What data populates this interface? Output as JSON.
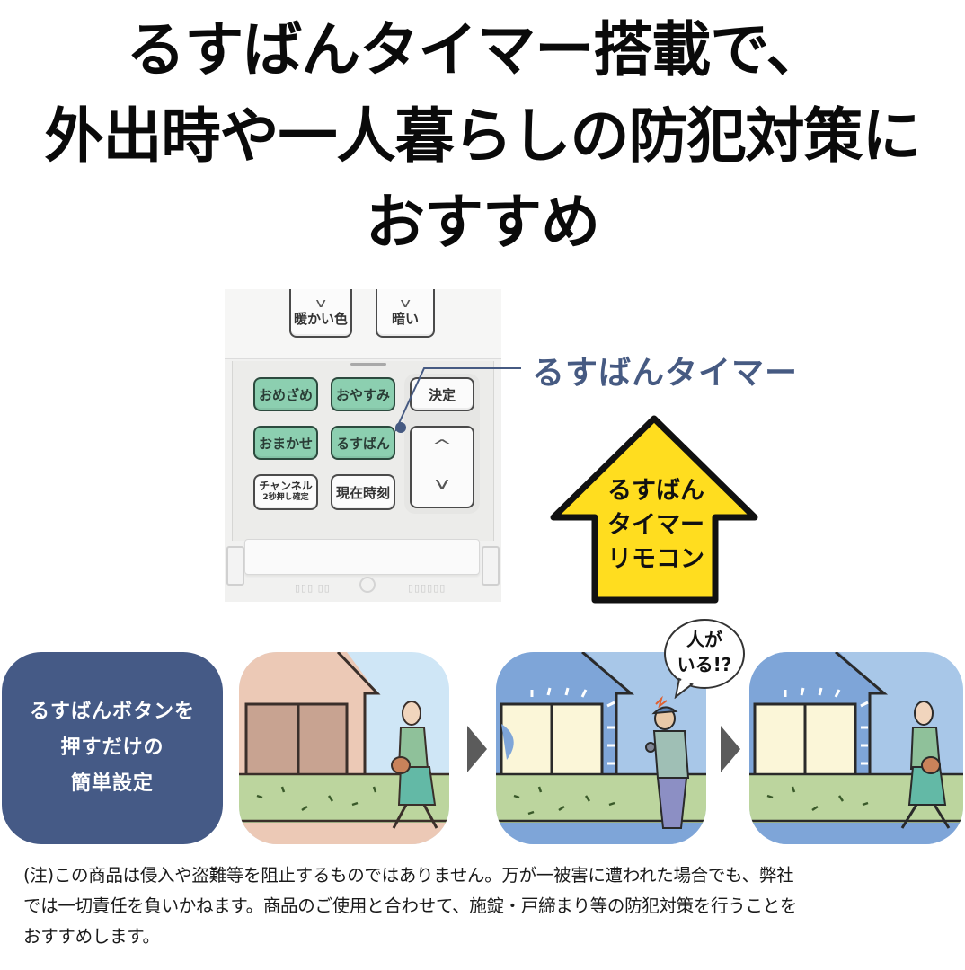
{
  "headline": {
    "lines": [
      "るすばんタイマー搭載で、",
      "外出時や一人暮らしの防犯対策に",
      "おすすめ"
    ]
  },
  "remote": {
    "top_buttons": [
      {
        "label": "暖かい色",
        "icon": "chevron-down-icon"
      },
      {
        "label": "暗い",
        "icon": "chevron-down-icon"
      }
    ],
    "buttons": [
      {
        "label": "おめざめ",
        "style": "green"
      },
      {
        "label": "おやすみ",
        "style": "green"
      },
      {
        "label": "決定",
        "style": "white"
      },
      {
        "label": "おまかせ",
        "style": "green"
      },
      {
        "label": "るすばん",
        "style": "green"
      },
      {
        "label": "チャンネル",
        "sublabel": "2秒押し確定",
        "style": "white"
      },
      {
        "label": "現在時刻",
        "style": "white"
      }
    ],
    "updown": {
      "up": "^",
      "down": "v"
    },
    "colors": {
      "green_button": "#8ccfb0",
      "body": "#f1f1f0"
    }
  },
  "callout": {
    "label": "るすばんタイマー",
    "color": "#465a82"
  },
  "sign": {
    "lines": [
      "るすばん",
      "タイマー",
      "リモコン"
    ],
    "color": "#ffdd1f"
  },
  "steps": {
    "label_lines": [
      "るすばんボタンを",
      "押すだけの",
      "簡単設定"
    ],
    "label_bg": "#455a86",
    "panels": [
      {
        "scene": "woman-leaving-house"
      },
      {
        "scene": "burglar-sees-lights",
        "speech": [
          "人が",
          "いる!?"
        ]
      },
      {
        "scene": "woman-walking-lights-on"
      }
    ]
  },
  "note": {
    "lines": [
      "(注)この商品は侵入や盗難等を阻止するものではありません。万が一被害に遭われた場合でも、弊社",
      "では一切責任を負いかねます。商品のご使用と合わせて、施錠・戸締まり等の防犯対策を行うことを",
      "おすすめします。"
    ]
  }
}
